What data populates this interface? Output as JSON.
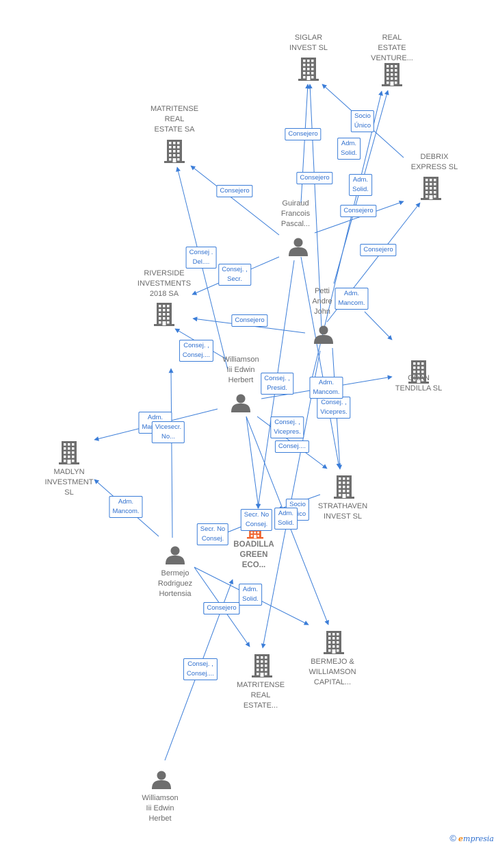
{
  "nodes": [
    {
      "id": "siglar",
      "type": "company",
      "label": "SIGLAR\nINVEST  SL"
    },
    {
      "id": "reev",
      "type": "company",
      "label": "REAL\nESTATE\nVENTURE..."
    },
    {
      "id": "matritense1",
      "type": "company",
      "label": "MATRITENSE\nREAL\nESTATE SA"
    },
    {
      "id": "debrix",
      "type": "company",
      "label": "DEBRIX\nEXPRESS  SL"
    },
    {
      "id": "guiraud",
      "type": "person",
      "label": "Guiraud\nFrancois\nPascal..."
    },
    {
      "id": "riverside",
      "type": "company",
      "label": "RIVERSIDE\nINVESTMENTS\n2018 SA"
    },
    {
      "id": "petti",
      "type": "person",
      "label": "Petti\nAndre\nJohn"
    },
    {
      "id": "gran",
      "type": "company",
      "label": "GRAN\nTENDILLA  SL"
    },
    {
      "id": "williamson1",
      "type": "person",
      "label": "Williamson\nIii Edwin\nHerbert"
    },
    {
      "id": "madlyn",
      "type": "company",
      "label": "MADLYN\nINVESTMENT\nSL"
    },
    {
      "id": "strathaven",
      "type": "company",
      "label": "STRATHAVEN\nINVEST  SL"
    },
    {
      "id": "boadilla",
      "type": "focus",
      "label": "BOADILLA\nGREEN\nECO..."
    },
    {
      "id": "bermejo",
      "type": "person",
      "label": "Bermejo\nRodriguez\nHortensia"
    },
    {
      "id": "bwcap",
      "type": "company",
      "label": "BERMEJO &\nWILLIAMSON\nCAPITAL..."
    },
    {
      "id": "matritense2",
      "type": "company",
      "label": "MATRITENSE\nREAL\nESTATE..."
    },
    {
      "id": "williamson2",
      "type": "person",
      "label": "Williamson\nIii Edwin\nHerbet"
    }
  ],
  "edges": [
    {
      "from": "guiraud",
      "to": "siglar",
      "label": "Consejero"
    },
    {
      "from": "guiraud",
      "to": "matritense1",
      "label": "Consejero"
    },
    {
      "from": "guiraud",
      "to": "debrix",
      "label": "Consejero"
    },
    {
      "from": "guiraud",
      "to": "riverside",
      "label": "Consej. ,\nSecr."
    },
    {
      "from": "guiraud",
      "to": "boadilla",
      "label": "Consejero"
    },
    {
      "from": "guiraud",
      "to": "strathaven",
      "label": "Consej. ,\nPresid."
    },
    {
      "from": "petti",
      "to": "siglar",
      "label": "Consejero"
    },
    {
      "from": "petti",
      "to": "reev",
      "label": "Adm.\nSolid."
    },
    {
      "from": "petti",
      "to": "debrix",
      "label": "Consejero"
    },
    {
      "from": "petti",
      "to": "riverside",
      "label": "Consejero"
    },
    {
      "from": "petti",
      "to": "gran",
      "label": "Adm.\nMancom."
    },
    {
      "from": "petti",
      "to": "strathaven",
      "label": "Consej. ,\nVicepres."
    },
    {
      "from": "petti",
      "to": "matritense2",
      "label": "Socio\nÚnico"
    },
    {
      "from": "debrix",
      "to": "siglar",
      "label": "Socio\nÚnico"
    },
    {
      "from": "williamson1",
      "to": "matritense1",
      "label": "Consej .\nDel...."
    },
    {
      "from": "williamson1",
      "to": "madlyn",
      "label": "Adm.\nMancom."
    },
    {
      "from": "williamson1",
      "to": "gran",
      "label": "Adm.\nMancom."
    },
    {
      "from": "williamson1",
      "to": "strathaven",
      "label": "Consej...."
    },
    {
      "from": "williamson1",
      "to": "boadilla",
      "label": "Consej. ,\nVicepres."
    },
    {
      "from": "williamson1",
      "to": "bwcap",
      "label": "Adm.\nSolid."
    },
    {
      "from": "williamson1",
      "to": "reev",
      "label": "Adm.\nSolid."
    },
    {
      "from": "bermejo",
      "to": "riverside",
      "label": "Vicesecr.\nNo..."
    },
    {
      "from": "bermejo",
      "to": "madlyn",
      "label": "Adm.\nMancom."
    },
    {
      "from": "bermejo",
      "to": "boadilla",
      "label": "Secr.  No\nConsej."
    },
    {
      "from": "bermejo",
      "to": "matritense2",
      "label": "Adm.\nSolid."
    },
    {
      "from": "bermejo",
      "to": "bwcap",
      "label": "Consejero"
    },
    {
      "from": "williamson2",
      "to": "boadilla",
      "label": "Consej. ,\nConsej...."
    },
    {
      "from": "riverside",
      "to": "williamson1",
      "label": "Consej. ,\nConsej...."
    },
    {
      "from": "strathaven",
      "to": "boadilla",
      "label": "Secr.  No\nConsej."
    }
  ],
  "colors": {
    "edge": "#3b7dd8",
    "icon": "#6e6e6e",
    "focus": "#f0622c",
    "label_text": "#2f6fce"
  },
  "watermark": {
    "symbol": "©",
    "brand_e": "e",
    "brand_rest": "mpresia"
  }
}
